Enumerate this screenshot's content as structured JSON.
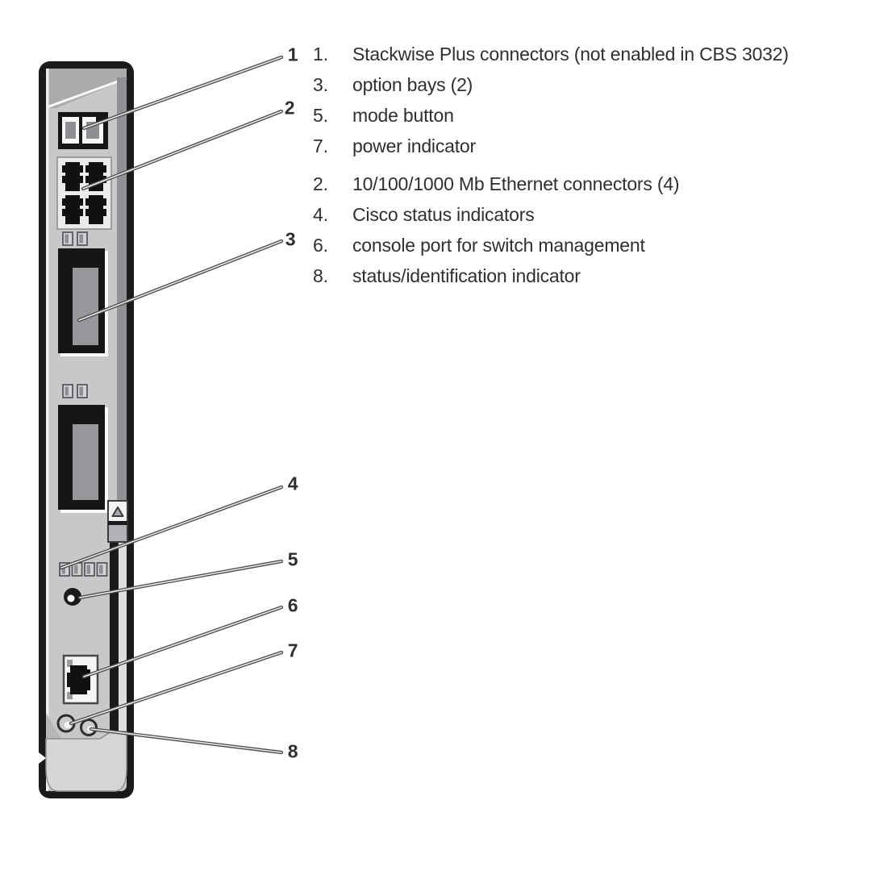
{
  "callouts": [
    "1",
    "2",
    "3",
    "4",
    "5",
    "6",
    "7",
    "8"
  ],
  "legend": {
    "group_a": [
      {
        "num": "1.",
        "label": "Stackwise Plus connectors (not enabled in CBS 3032)"
      },
      {
        "num": "3.",
        "label": "option bays (2)"
      },
      {
        "num": "5.",
        "label": "mode button"
      },
      {
        "num": "7.",
        "label": "power indicator"
      }
    ],
    "group_b": [
      {
        "num": "2.",
        "label": "10/100/1000 Mb Ethernet connectors (4)"
      },
      {
        "num": "4.",
        "label": "Cisco status indicators"
      },
      {
        "num": "6.",
        "label": "console port for switch management"
      },
      {
        "num": "8.",
        "label": "status/identification indicator"
      }
    ]
  },
  "icons": {
    "warning-triangle-icon": "▲",
    "module-illustration": "blade-switch-front-panel"
  },
  "colors": {
    "background": "#ffffff",
    "frame": "#1b1b1c",
    "panel_face": "#c7c8ca",
    "bay_black": "#161616",
    "bay_slot": "#96979a",
    "highlight": "#fafafa",
    "leader_line": "#4a4a4c",
    "text": "#2e2f31"
  }
}
